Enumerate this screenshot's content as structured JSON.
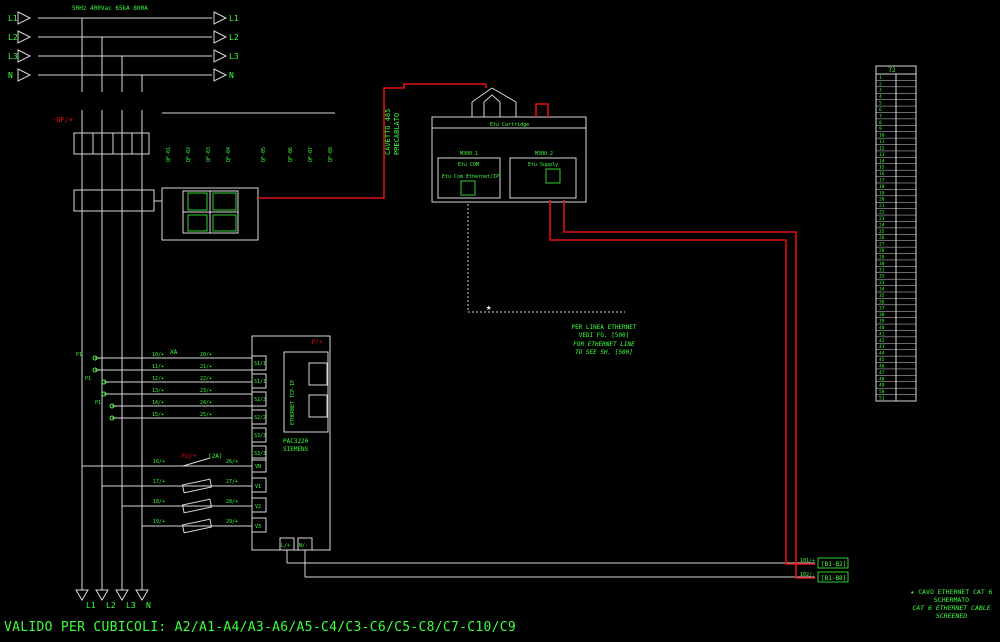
{
  "header": {
    "supply_spec": "50Hz 400Vac 65kA 800A",
    "phases": [
      "L1",
      "L2",
      "L3",
      "N"
    ]
  },
  "main_switch": {
    "tag": "-QF/+",
    "branch_tags": [
      "QF-01",
      "QF-02",
      "QF-03",
      "QF-04",
      "QF-05",
      "QF-06",
      "QF-07",
      "QF-08"
    ]
  },
  "cable_note": {
    "line1": "CAVETTO 485",
    "line2": "PRECABLATO"
  },
  "etu_module": {
    "title": "Etu Cartridge",
    "com_slot": "M300.1",
    "com_label": "Etu COM",
    "com_sub": "Etu Com Ethernet/IP",
    "supply_slot": "M300.2",
    "supply_label": "Etu Supply"
  },
  "ethernet_note": {
    "it_line1": "PER LINEA ETHERNET",
    "it_line2": "VEDI FG. [500]",
    "en_line1": "FOR ETHERNET LINE",
    "en_line2": "TO SEE SH. [500]"
  },
  "meter": {
    "tag": "-P/+",
    "model": "PAC3220",
    "brand": "SIEMENS",
    "port_label": "ETHERNET TCP-IP",
    "current_terminals": [
      "S1/1",
      "S1/1",
      "S2/2",
      "S2/2",
      "S3/3",
      "S3/3"
    ],
    "voltage_terminals": [
      "VN",
      "V1",
      "V2",
      "V3"
    ],
    "aux_terminals": [
      "L/+",
      "N/-"
    ]
  },
  "ct": {
    "bank": "XA",
    "left_wires": [
      "10/+",
      "11/+",
      "12/+",
      "13/+",
      "14/+",
      "15/+"
    ],
    "right_wires": [
      "20/+",
      "21/+",
      "22/+",
      "23/+",
      "24/+",
      "25/+"
    ],
    "labels": [
      "P1",
      "P1",
      "P1"
    ]
  },
  "fuse": {
    "tag": "-FU/+",
    "rating": "(2A)",
    "left_wires": [
      "16/+",
      "17/+",
      "18/+",
      "19/+"
    ],
    "right_wires": [
      "26/+",
      "27/+",
      "28/+",
      "29/+"
    ]
  },
  "terminal_block": {
    "title": "T2",
    "rows": [
      "1",
      "2",
      "3",
      "4",
      "5",
      "6",
      "7",
      "8",
      "9",
      "10",
      "11",
      "12",
      "13",
      "14",
      "15",
      "16",
      "17",
      "18",
      "19",
      "20",
      "21",
      "22",
      "23",
      "24",
      "25",
      "26",
      "27",
      "28",
      "29",
      "30",
      "31",
      "32",
      "33",
      "34",
      "35",
      "36",
      "37",
      "38",
      "39",
      "40",
      "41",
      "42",
      "43",
      "44",
      "45",
      "46",
      "47",
      "48",
      "49",
      "50",
      "51"
    ]
  },
  "outputs": {
    "wire_1": "101/+",
    "wire_2": "102/-",
    "ref_1": "[B1-B2]",
    "ref_2": "[B1-B8]"
  },
  "legend": {
    "line1": "CAVO ETHERNET CAT 6",
    "line2": "SCHERMATO",
    "line3": "CAT 6 ETHERNET CABLE",
    "line4": "SCREENED"
  },
  "footer": {
    "validity": "VALIDO PER CUBICOLI: A2/A1-A4/A3-A6/A5-C4/C3-C6/C5-C8/C7-C10/C9"
  },
  "colors": {
    "wire": "#d8d8d8",
    "label": "#3cff3c",
    "red": "#e01010"
  }
}
